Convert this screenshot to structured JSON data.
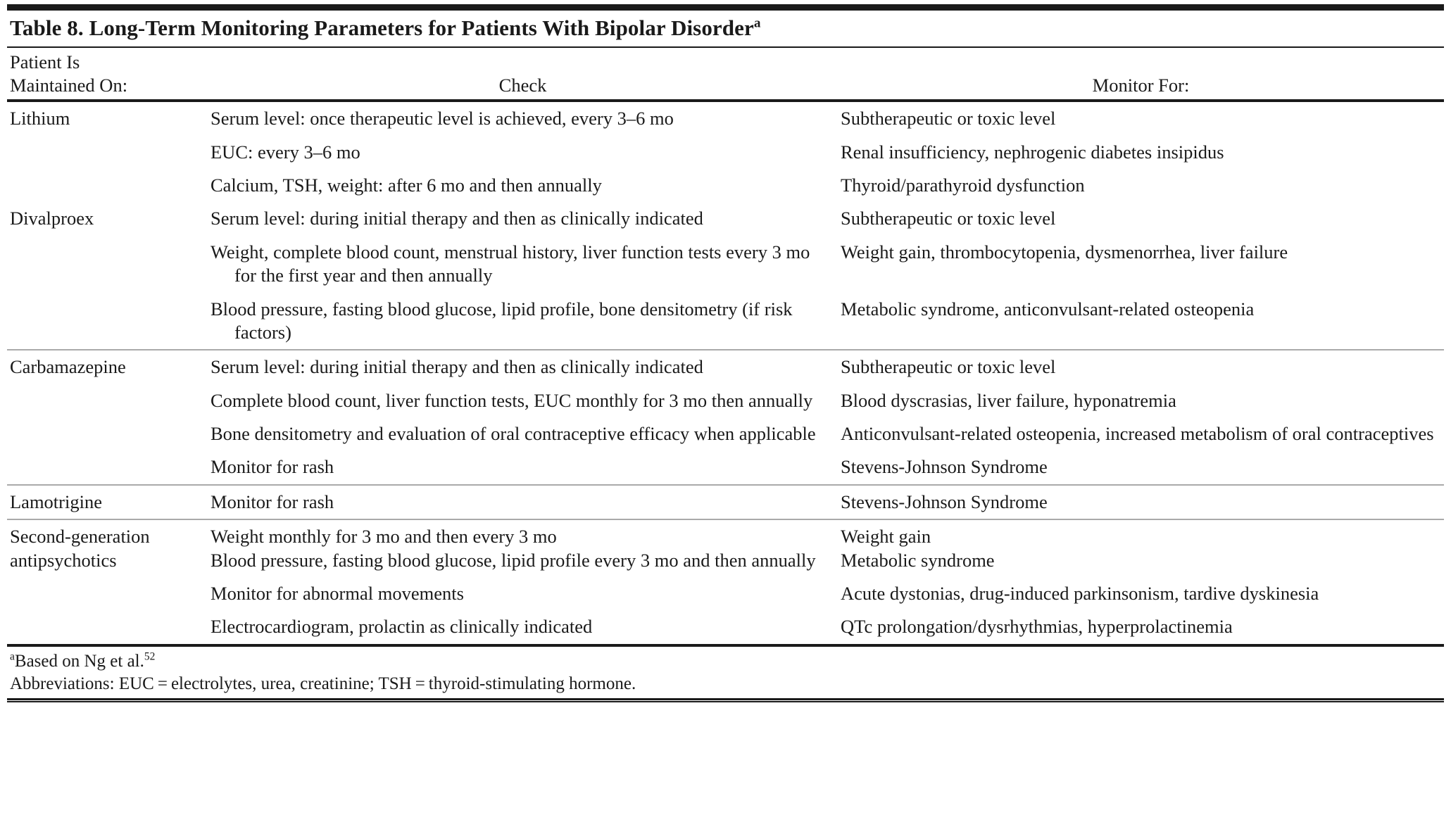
{
  "table": {
    "number_label": "Table 8.",
    "title": "Table 8. Long-Term Monitoring Parameters for Patients With Bipolar Disorder",
    "title_superscript": "a",
    "headers": {
      "col1_line1": "Patient Is",
      "col1_line2": "Maintained On:",
      "col2": "Check",
      "col3": "Monitor For:"
    },
    "sections": [
      {
        "drug": "Lithium",
        "drug_lines": [
          "Lithium"
        ],
        "rows": [
          {
            "check": "Serum level: once therapeutic level is achieved, every 3–6 mo",
            "monitor": "Subtherapeutic or toxic level"
          },
          {
            "check": "EUC: every 3–6 mo",
            "monitor": "Renal insufficiency, nephrogenic diabetes insipidus"
          },
          {
            "check": "Calcium, TSH, weight: after 6 mo and then annually",
            "monitor": "Thyroid/parathyroid dysfunction"
          }
        ]
      },
      {
        "drug": "Divalproex",
        "drug_lines": [
          "Divalproex"
        ],
        "rows": [
          {
            "check": "Serum level: during initial therapy and then as clinically indicated",
            "monitor": "Subtherapeutic or toxic level"
          },
          {
            "check": "Weight, complete blood count, menstrual history, liver function tests every 3 mo for the first year and then annually",
            "monitor": "Weight gain, thrombocytopenia, dysmenorrhea, liver failure"
          },
          {
            "check": "Blood pressure, fasting blood glucose, lipid profile, bone densitometry (if risk factors)",
            "monitor": "Metabolic syndrome, anticonvulsant-related osteopenia"
          }
        ]
      },
      {
        "drug": "Carbamazepine",
        "drug_lines": [
          "Carbamazepine"
        ],
        "rows": [
          {
            "check": "Serum level: during initial therapy and then as clinically indicated",
            "monitor": "Subtherapeutic or toxic level"
          },
          {
            "check": "Complete blood count, liver function tests, EUC monthly for 3 mo then annually",
            "monitor": "Blood dyscrasias, liver failure, hyponatremia"
          },
          {
            "check": "Bone densitometry and evaluation of oral contraceptive efficacy when applicable",
            "monitor": "Anticonvulsant-related osteopenia, increased metabolism of oral contraceptives"
          },
          {
            "check": "Monitor for rash",
            "monitor": "Stevens-Johnson Syndrome"
          }
        ]
      },
      {
        "drug": "Lamotrigine",
        "drug_lines": [
          "Lamotrigine"
        ],
        "rows": [
          {
            "check": "Monitor for rash",
            "monitor": "Stevens-Johnson Syndrome"
          }
        ]
      },
      {
        "drug": "Second-generation antipsychotics",
        "drug_lines": [
          "Second-generation",
          "antipsychotics"
        ],
        "rows": [
          {
            "check": "Weight monthly for 3 mo and then every 3 mo",
            "monitor": "Weight gain"
          },
          {
            "check": "Blood pressure, fasting blood glucose, lipid profile every 3 mo and then annually",
            "monitor": "Metabolic syndrome"
          },
          {
            "check": "Monitor for abnormal movements",
            "monitor": "Acute dystonias, drug-induced parkinsonism, tardive dyskinesia"
          },
          {
            "check": "Electrocardiogram, prolactin as clinically indicated",
            "monitor": "QTc prolongation/dysrhythmias, hyperprolactinemia"
          }
        ]
      }
    ],
    "footnotes": {
      "source_marker": "a",
      "source_text": "Based on Ng et al.",
      "source_reference": "52",
      "abbreviations": "Abbreviations: EUC = electrolytes, urea, creatinine; TSH = thyroid-stimulating hormone."
    },
    "colors": {
      "text": "#1a1a1a",
      "rule_dark": "#1a1a1a",
      "rule_light": "#aaaaaa",
      "background": "#ffffff"
    }
  }
}
